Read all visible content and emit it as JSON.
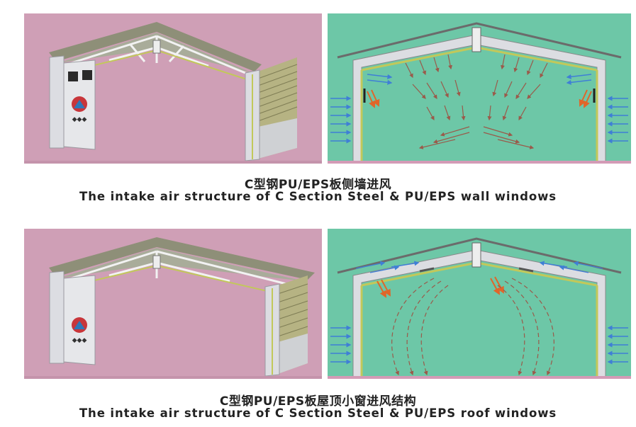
{
  "sections": [
    {
      "caption_cn": "C型钢PU/EPS板侧墙进风",
      "caption_en": "The intake air structure of C Section Steel & PU/EPS wall windows"
    },
    {
      "caption_cn": "C型钢PU/EPS板屋顶小窗进风结构",
      "caption_en": "The intake air structure of C Section Steel & PU/EPS roof windows"
    }
  ],
  "colors": {
    "pink_background": "#cf9fb6",
    "green_background": "#6dc7a7",
    "frame": "#dcdde2",
    "insulation": "#c2c85a",
    "roof": "#8e8f78",
    "arrow_blue": "#3f7fd6",
    "arrow_orange": "#e0662a",
    "arrow_brown": "#9a5a4a"
  },
  "icons": [
    "company-logo-icon",
    "air-flow-arrow-icon",
    "roof-fan-icon"
  ]
}
